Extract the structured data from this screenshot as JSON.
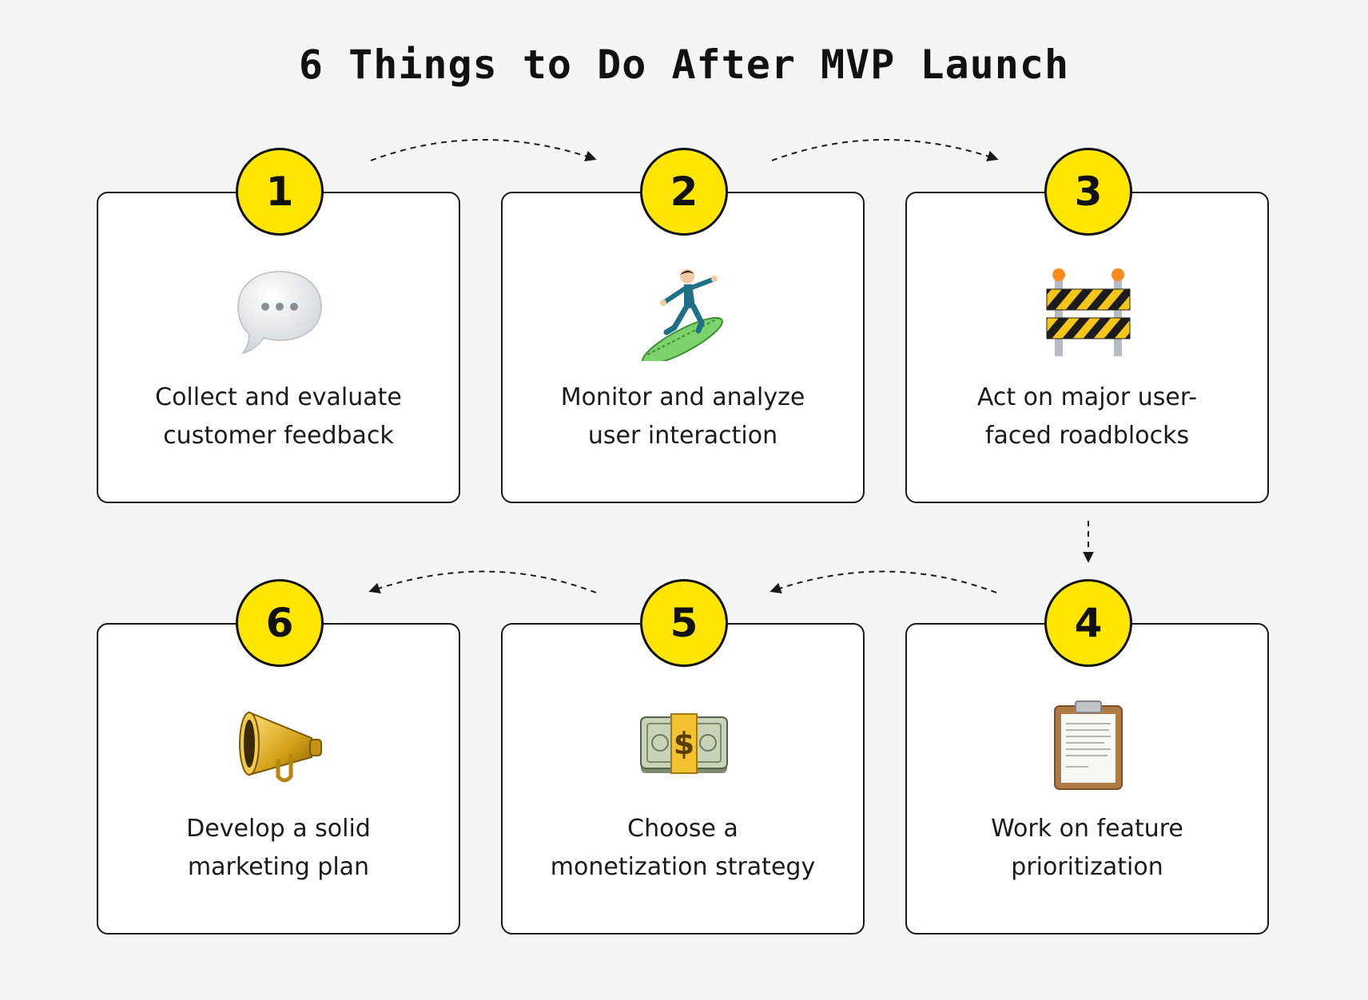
{
  "title": "6 Things to Do After MVP Launch",
  "colors": {
    "background": "#f4f5f7",
    "badge": "#ffe600",
    "border": "#1a1a1a"
  },
  "steps": [
    {
      "number": "1",
      "line1": "Collect and evaluate",
      "line2": "customer feedback",
      "icon": "speech-bubble-icon"
    },
    {
      "number": "2",
      "line1": "Monitor and analyze",
      "line2": "user interaction",
      "icon": "surfer-icon"
    },
    {
      "number": "3",
      "line1": "Act on major user-",
      "line2": "faced roadblocks",
      "icon": "construction-barrier-icon"
    },
    {
      "number": "4",
      "line1": "Work on feature",
      "line2": "prioritization",
      "icon": "clipboard-icon"
    },
    {
      "number": "5",
      "line1": "Choose a",
      "line2": "monetization strategy",
      "icon": "money-banknote-icon"
    },
    {
      "number": "6",
      "line1": "Develop a solid",
      "line2": "marketing plan",
      "icon": "megaphone-icon"
    }
  ]
}
